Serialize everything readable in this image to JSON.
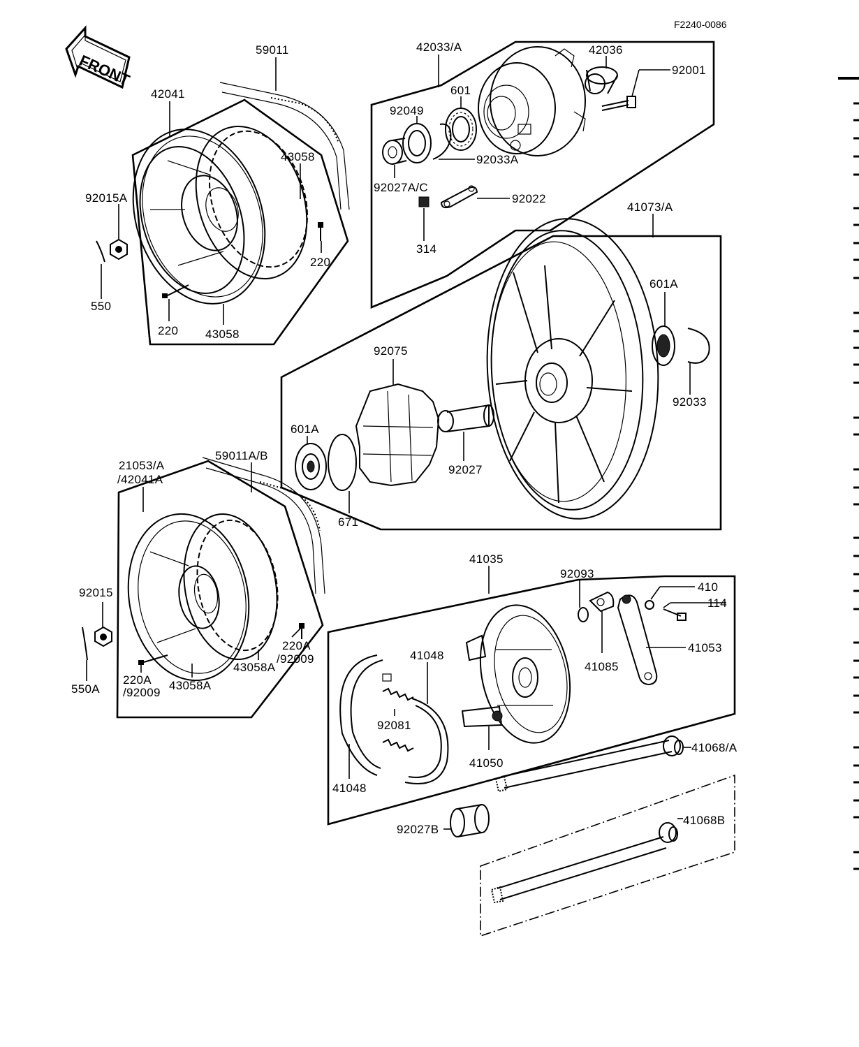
{
  "ref_code": "F2240-0086",
  "front_label": "FRONT",
  "parts": {
    "p59011": "59011",
    "p42041": "42041",
    "p43058_upper": "43058",
    "p92015a": "92015A",
    "p550": "550",
    "p220_right": "220",
    "p220_bottom": "220",
    "p43058_bottom": "43058",
    "p42033a": "42033/A",
    "p42036": "42036",
    "p92001": "92001",
    "p601": "601",
    "p92049": "92049",
    "p92033a": "92033A",
    "p92027ac": "92027A/C",
    "p92022": "92022",
    "p314": "314",
    "p41073a": "41073/A",
    "p601a_right": "601A",
    "p92033": "92033",
    "p92075": "92075",
    "p601a_left": "601A",
    "p671": "671",
    "p92027": "92027",
    "p21053a_line1": "21053/A",
    "p21053a_line2": "/42041A",
    "p59011ab": "59011A/B",
    "p92015": "92015",
    "p550a": "550A",
    "p220a_right_line1": "220A",
    "p220a_right_line2": "/92009",
    "p43058a_right": "43058A",
    "p220a_left_line1": "220A",
    "p220a_left_line2": "/92009",
    "p43058a_left": "43058A",
    "p41035": "41035",
    "p92093": "92093",
    "p410": "410",
    "p114": "114",
    "p41053": "41053",
    "p41085": "41085",
    "p41048_upper": "41048",
    "p92081": "92081",
    "p41050": "41050",
    "p41048_lower": "41048",
    "p41068a": "41068/A",
    "p41068b": "41068B",
    "p92027b": "92027B"
  }
}
